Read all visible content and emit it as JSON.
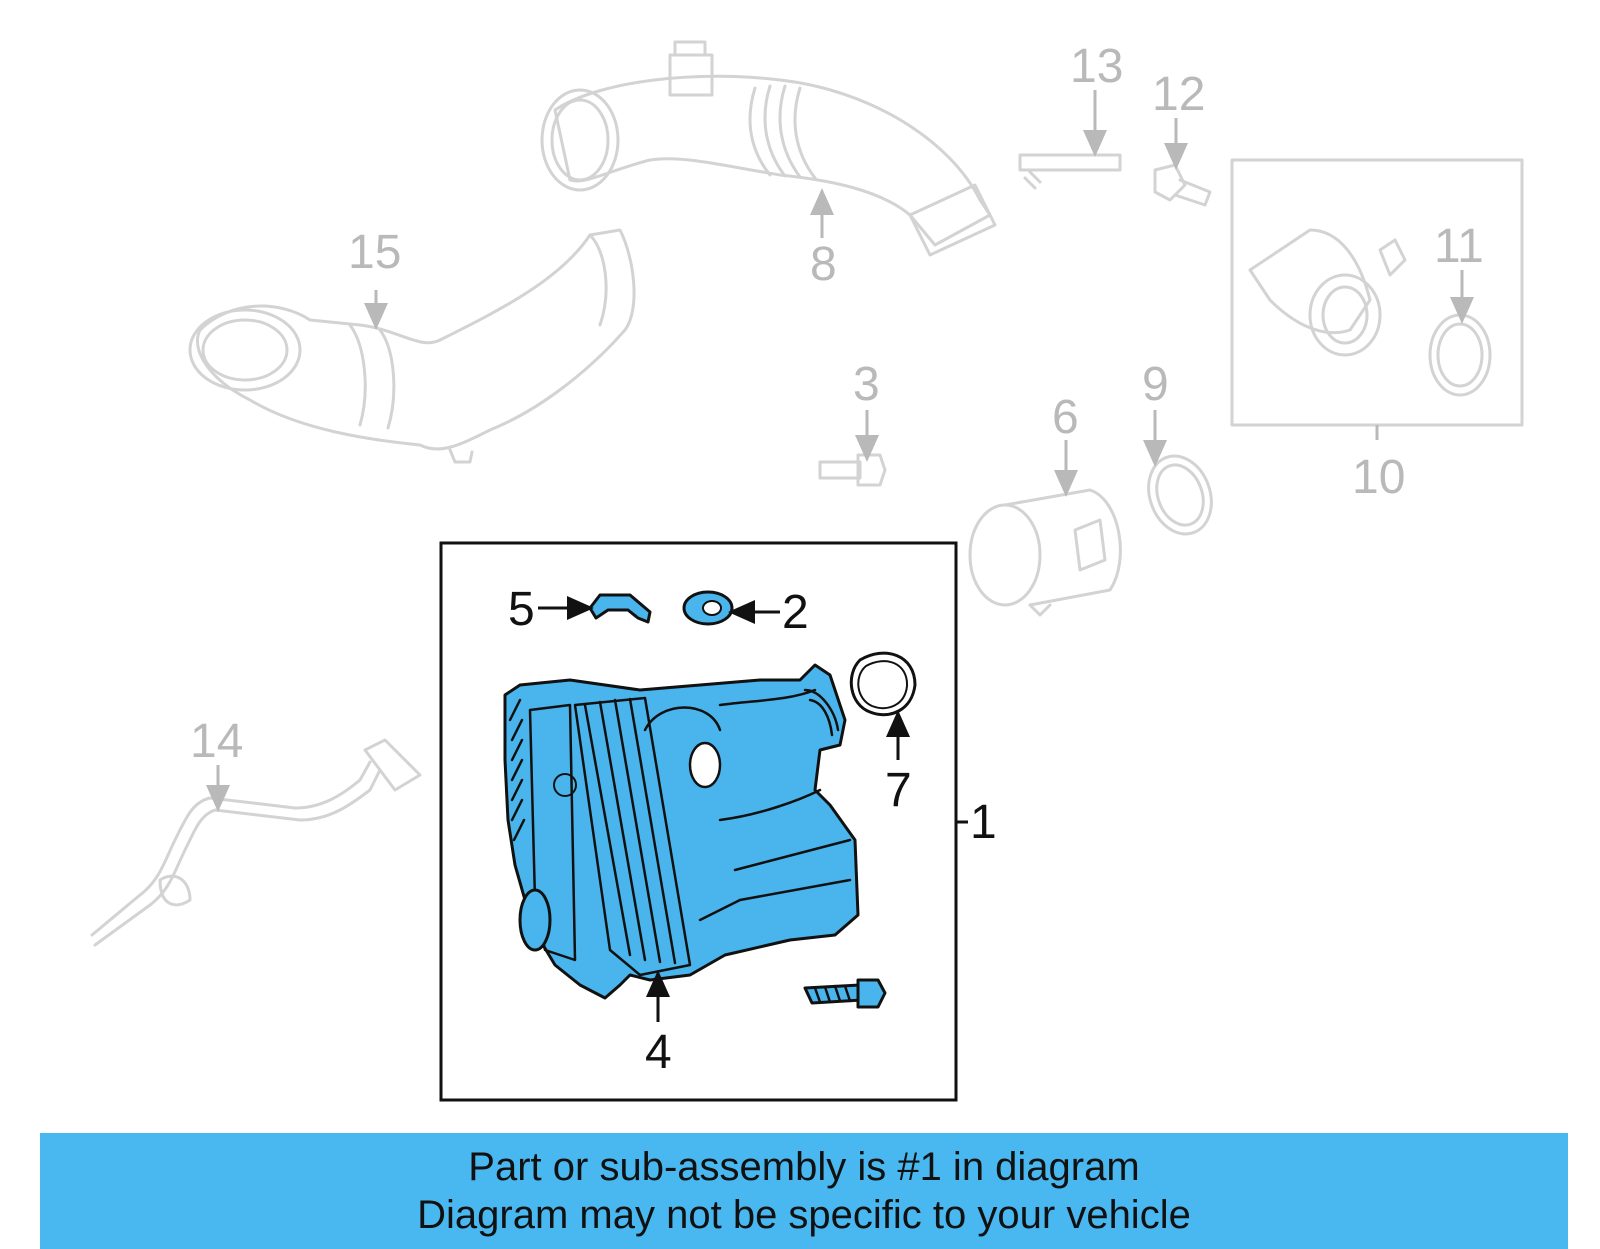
{
  "diagram": {
    "callouts": {
      "c1": "1",
      "c2": "2",
      "c3": "3",
      "c4": "4",
      "c5": "5",
      "c6": "6",
      "c7": "7",
      "c8": "8",
      "c9": "9",
      "c10": "10",
      "c11": "11",
      "c12": "12",
      "c13": "13",
      "c14": "14",
      "c15": "15"
    },
    "highlight_color": "#49b5ec",
    "ghost_color": "#d3d3d3"
  },
  "banner": {
    "line1": "Part or sub-assembly is #1 in diagram",
    "line2": "Diagram may not be specific to your vehicle",
    "color": "#4ab8f0"
  }
}
